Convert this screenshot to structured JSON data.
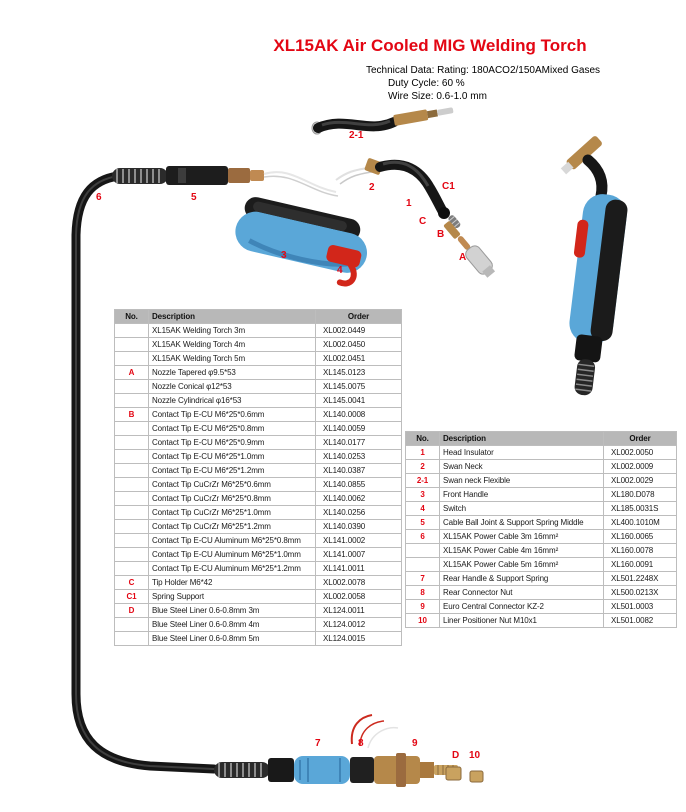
{
  "page": {
    "title": "XL15AK Air Cooled MIG Welding Torch",
    "tech_lines": [
      "Technical Data: Rating: 180ACO2/150AMixed Gases",
      "Duty Cycle: 60 %",
      "Wire Size: 0.6-1.0 mm"
    ]
  },
  "callouts": {
    "c2_1": "2-1",
    "c2": "2",
    "c1": "1",
    "cC1": "C1",
    "cC": "C",
    "cB": "B",
    "cA": "A",
    "c6": "6",
    "c5": "5",
    "c3": "3",
    "c4": "4",
    "c7": "7",
    "c8": "8",
    "c9": "9",
    "cD": "D",
    "c10": "10"
  },
  "left_table": {
    "headers": [
      "No.",
      "Description",
      "Order"
    ],
    "rows": [
      {
        "no": "",
        "description": "XL15AK Welding Torch 3m",
        "order": "XL002.0449"
      },
      {
        "no": "",
        "description": "XL15AK Welding Torch 4m",
        "order": "XL002.0450"
      },
      {
        "no": "",
        "description": "XL15AK Welding Torch 5m",
        "order": "XL002.0451"
      },
      {
        "no": "A",
        "description": "Nozzle Tapered φ9.5*53",
        "order": "XL145.0123"
      },
      {
        "no": "",
        "description": "Nozzle Conical φ12*53",
        "order": "XL145.0075"
      },
      {
        "no": "",
        "description": "Nozzle Cylindrical φ16*53",
        "order": "XL145.0041"
      },
      {
        "no": "B",
        "description": "Contact Tip E-CU M6*25*0.6mm",
        "order": "XL140.0008"
      },
      {
        "no": "",
        "description": "Contact Tip E-CU M6*25*0.8mm",
        "order": "XL140.0059"
      },
      {
        "no": "",
        "description": "Contact Tip E-CU M6*25*0.9mm",
        "order": "XL140.0177"
      },
      {
        "no": "",
        "description": "Contact Tip E-CU M6*25*1.0mm",
        "order": "XL140.0253"
      },
      {
        "no": "",
        "description": "Contact Tip E-CU M6*25*1.2mm",
        "order": "XL140.0387"
      },
      {
        "no": "",
        "description": "Contact Tip CuCrZr M6*25*0.6mm",
        "order": "XL140.0855"
      },
      {
        "no": "",
        "description": "Contact Tip CuCrZr M6*25*0.8mm",
        "order": "XL140.0062"
      },
      {
        "no": "",
        "description": "Contact Tip CuCrZr M6*25*1.0mm",
        "order": "XL140.0256"
      },
      {
        "no": "",
        "description": "Contact Tip CuCrZr M6*25*1.2mm",
        "order": "XL140.0390"
      },
      {
        "no": "",
        "description": "Contact Tip E-CU Aluminum M6*25*0.8mm",
        "order": "XL141.0002"
      },
      {
        "no": "",
        "description": "Contact Tip E-CU Aluminum M6*25*1.0mm",
        "order": "XL141.0007"
      },
      {
        "no": "",
        "description": "Contact Tip E-CU Aluminum M6*25*1.2mm",
        "order": "XL141.0011"
      },
      {
        "no": "C",
        "description": "Tip Holder M6*42",
        "order": "XL002.0078"
      },
      {
        "no": "C1",
        "description": "Spring Support",
        "order": "XL002.0058"
      },
      {
        "no": "D",
        "description": "Blue Steel Liner 0.6-0.8mm 3m",
        "order": "XL124.0011"
      },
      {
        "no": "",
        "description": "Blue Steel Liner 0.6-0.8mm 4m",
        "order": "XL124.0012"
      },
      {
        "no": "",
        "description": "Blue Steel Liner 0.6-0.8mm 5m",
        "order": "XL124.0015"
      }
    ]
  },
  "right_table": {
    "headers": [
      "No.",
      "Description",
      "Order"
    ],
    "rows": [
      {
        "no": "1",
        "description": "Head Insulator",
        "order": "XL002.0050"
      },
      {
        "no": "2",
        "description": "Swan Neck",
        "order": "XL002.0009"
      },
      {
        "no": "2-1",
        "description": "Swan neck Flexible",
        "order": "XL002.0029"
      },
      {
        "no": "3",
        "description": "Front Handle",
        "order": "XL180.D078"
      },
      {
        "no": "4",
        "description": "Switch",
        "order": "XL185.0031S"
      },
      {
        "no": "5",
        "description": "Cable Ball Joint & Support Spring Middle",
        "order": "XL400.1010M"
      },
      {
        "no": "6",
        "description": "XL15AK Power Cable 3m 16mm²",
        "order": "XL160.0065"
      },
      {
        "no": "",
        "description": "XL15AK Power Cable 4m 16mm²",
        "order": "XL160.0078"
      },
      {
        "no": "",
        "description": "XL15AK Power Cable 5m 16mm²",
        "order": "XL160.0091"
      },
      {
        "no": "7",
        "description": "Rear Handle & Support Spring",
        "order": "XL501.2248X"
      },
      {
        "no": "8",
        "description": "Rear Connector Nut",
        "order": "XL500.0213X"
      },
      {
        "no": "9",
        "description": "Euro Central Connector KZ-2",
        "order": "XL501.0003"
      },
      {
        "no": "10",
        "description": "Liner Positioner Nut M10x1",
        "order": "XL501.0082"
      }
    ]
  },
  "colors": {
    "accent_red": "#e30613",
    "handle_blue": "#5aa7d8",
    "brass": "#b5884a",
    "table_header_bg": "#b8b8b8"
  }
}
